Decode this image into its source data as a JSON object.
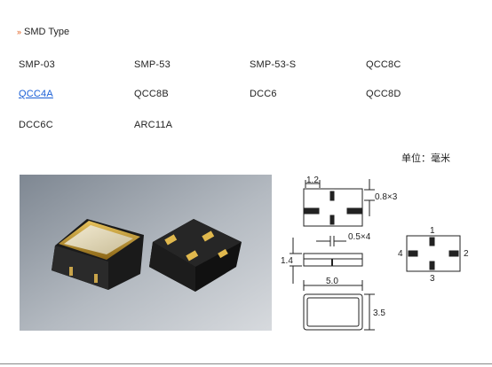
{
  "section": {
    "icon": "double-chevron-down-icon",
    "title": "SMD Type"
  },
  "items": [
    {
      "label": "SMP-03",
      "link": false
    },
    {
      "label": "SMP-53",
      "link": false
    },
    {
      "label": "SMP-53-S",
      "link": false
    },
    {
      "label": "QCC8C",
      "link": false
    },
    {
      "label": "QCC4A",
      "link": true
    },
    {
      "label": "QCC8B",
      "link": false
    },
    {
      "label": "DCC6",
      "link": false
    },
    {
      "label": "QCC8D",
      "link": false
    },
    {
      "label": "DCC6C",
      "link": false
    },
    {
      "label": "ARC11A",
      "link": false
    }
  ],
  "unit_label": "单位：毫米",
  "dimensions": {
    "pad_width": "1.2",
    "pad_height": "0.8×3",
    "pad_gap": "0.5×4",
    "thickness": "1.4",
    "length": "5.0",
    "width": "3.5",
    "pins": [
      "1",
      "2",
      "3",
      "4"
    ]
  },
  "colors": {
    "accent": "#e05a17",
    "link": "#1a5fd6",
    "text": "#222222"
  }
}
